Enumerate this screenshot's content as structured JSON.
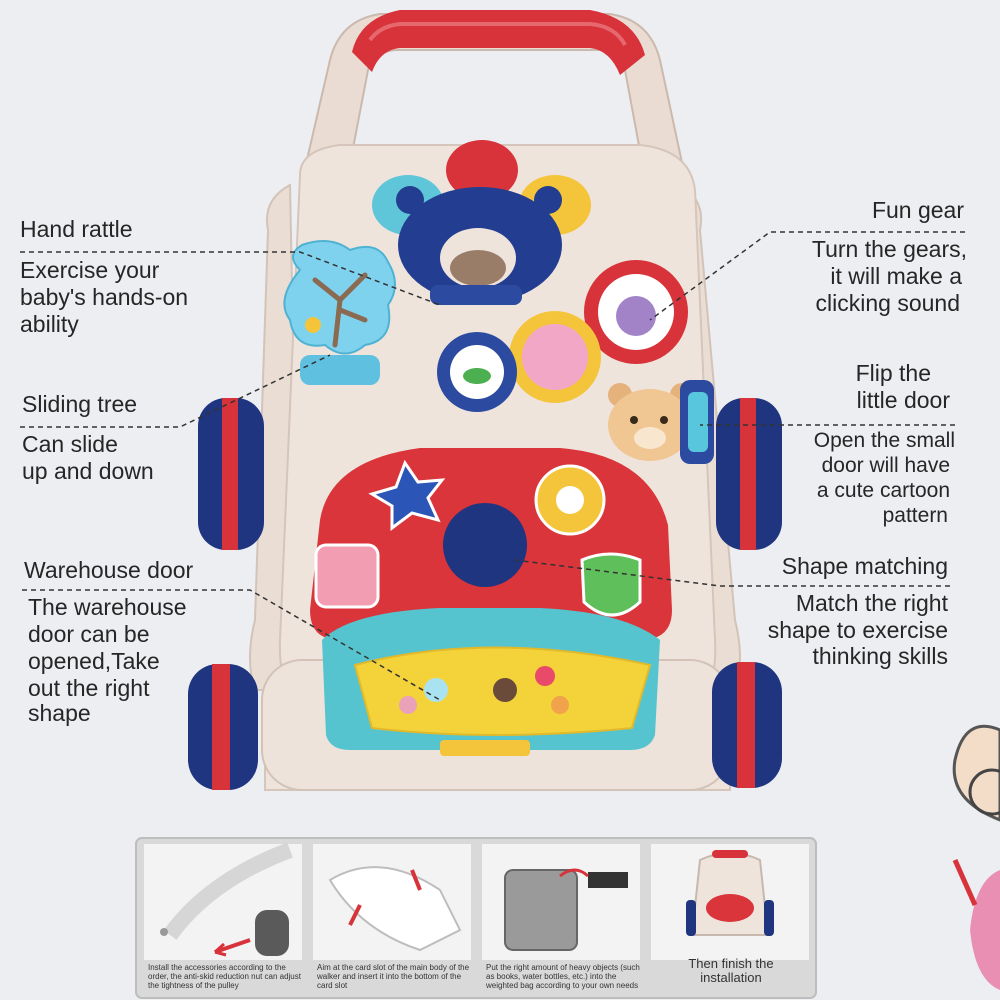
{
  "callouts": {
    "hand_rattle": {
      "title": "Hand rattle",
      "desc_lines": [
        "Exercise your",
        "baby's hands-on",
        "ability"
      ]
    },
    "sliding_tree": {
      "title": "Sliding tree",
      "desc_lines": [
        "Can slide",
        "up and down"
      ]
    },
    "warehouse_door": {
      "title": "Warehouse door",
      "desc_lines": [
        "The warehouse",
        "door can be",
        "opened,Take",
        "out the right",
        "shape"
      ]
    },
    "fun_gear": {
      "title": "Fun gear",
      "desc_lines": [
        "Turn the gears,",
        "it will make a",
        "clicking sound"
      ]
    },
    "flip_door": {
      "title_lines": [
        "Flip the",
        "little door"
      ],
      "desc_lines": [
        "Open the small",
        "door will have",
        "a cute cartoon",
        "pattern"
      ]
    },
    "shape_matching": {
      "title": "Shape matching",
      "desc_lines": [
        "Match the right",
        "shape to exercise",
        "thinking skills"
      ]
    }
  },
  "steps": [
    {
      "caption": "Install the accessories according to the order, the anti-skid reduction nut can adjust the tightness of the pulley"
    },
    {
      "caption": "Aim at the card slot of the main body of the walker and insert it into the bottom of the card slot"
    },
    {
      "caption": "Put the right amount of heavy objects (such as books, water bottles, etc.) into the weighted bag according to your own needs"
    },
    {
      "caption": "Then finish the installation"
    }
  ],
  "colors": {
    "background": "#eceef1",
    "body": "#efe4dc",
    "handle_red": "#d8323a",
    "wheel_blue": "#1f3580",
    "panel_red": "#d9353b",
    "panel_teal": "#56c4cf",
    "card_yellow": "#f4d23a"
  }
}
